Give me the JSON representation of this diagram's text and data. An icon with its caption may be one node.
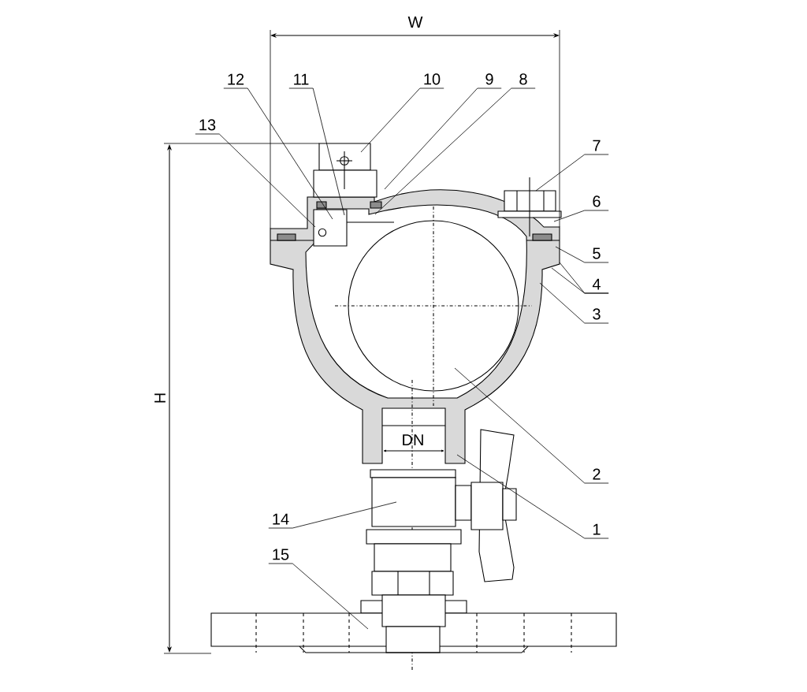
{
  "diagram": {
    "nodes": [
      {
        "text": [
          "1"
        ]
      },
      {
        "text": [
          "2"
        ]
      },
      {
        "text": [
          "3"
        ]
      },
      {
        "text": [
          "4"
        ]
      },
      {
        "text": [
          "5"
        ]
      },
      {
        "text": [
          "6"
        ]
      },
      {
        "text": [
          "7"
        ]
      },
      {
        "text": [
          "8"
        ]
      },
      {
        "text": [
          "9"
        ]
      },
      {
        "text": [
          "10"
        ]
      },
      {
        "text": [
          "11"
        ]
      },
      {
        "text": [
          "12"
        ]
      },
      {
        "text": [
          "13"
        ]
      },
      {
        "text": [
          "14"
        ]
      },
      {
        "text": [
          "15"
        ]
      }
    ],
    "edges": [
      {
        "from": 0,
        "to": null,
        "arrow": "none"
      },
      {
        "from": 1,
        "to": null,
        "arrow": "none"
      },
      {
        "from": 2,
        "to": null,
        "arrow": "none"
      },
      {
        "from": 3,
        "to": null,
        "arrow": "none"
      },
      {
        "from": 3,
        "to": null,
        "arrow": "none"
      },
      {
        "from": 4,
        "to": null,
        "arrow": "none"
      },
      {
        "from": 5,
        "to": null,
        "arrow": "none"
      },
      {
        "from": 6,
        "to": null,
        "arrow": "none"
      },
      {
        "from": 7,
        "to": null,
        "arrow": "none"
      },
      {
        "from": 8,
        "to": null,
        "arrow": "none"
      },
      {
        "from": 9,
        "to": null,
        "arrow": "none"
      },
      {
        "from": 10,
        "to": null,
        "arrow": "none"
      },
      {
        "from": 11,
        "to": null,
        "arrow": "none"
      },
      {
        "from": 12,
        "to": null,
        "arrow": "none"
      },
      {
        "from": 13,
        "to": null,
        "arrow": "none"
      },
      {
        "from": 14,
        "to": null,
        "arrow": "none"
      }
    ],
    "labels": [
      "W",
      "H",
      "DN"
    ]
  }
}
